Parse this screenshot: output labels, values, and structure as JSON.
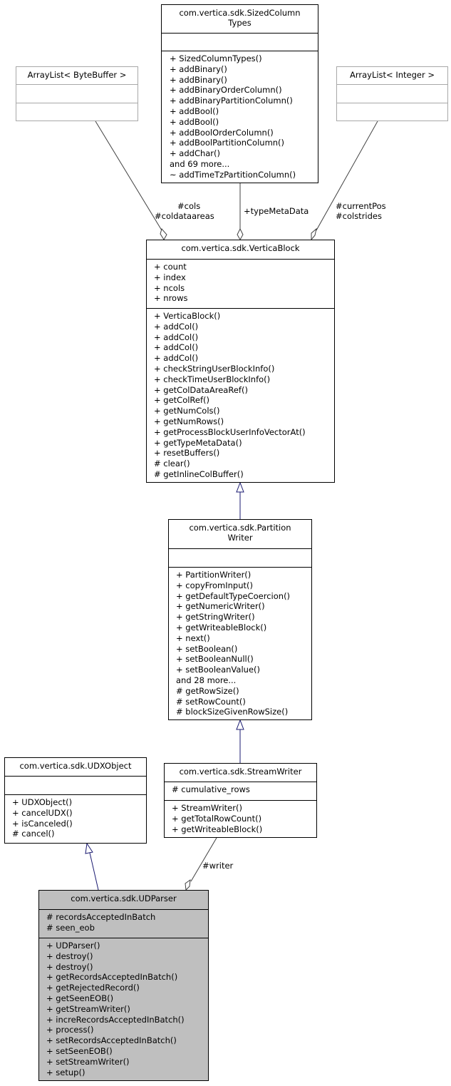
{
  "classes": {
    "bytebuffer_list": {
      "title": "ArrayList< ByteBuffer >",
      "attributes": [],
      "methods": []
    },
    "sized_column_types": {
      "title_lines": [
        "com.vertica.sdk.SizedColumn",
        "Types"
      ],
      "attributes": [],
      "methods": [
        "+ SizedColumnTypes()",
        "+ addBinary()",
        "+ addBinary()",
        "+ addBinaryOrderColumn()",
        "+ addBinaryPartitionColumn()",
        "+ addBool()",
        "+ addBool()",
        "+ addBoolOrderColumn()",
        "+ addBoolPartitionColumn()",
        "+ addChar()",
        "and 69 more...",
        "~ addTimeTzPartitionColumn()"
      ]
    },
    "integer_list": {
      "title": "ArrayList< Integer >",
      "attributes": [],
      "methods": []
    },
    "vertica_block": {
      "title": "com.vertica.sdk.VerticaBlock",
      "attributes": [
        "+ count",
        "+ index",
        "+ ncols",
        "+ nrows"
      ],
      "methods": [
        "+ VerticaBlock()",
        "+ addCol()",
        "+ addCol()",
        "+ addCol()",
        "+ addCol()",
        "+ checkStringUserBlockInfo()",
        "+ checkTimeUserBlockInfo()",
        "+ getColDataAreaRef()",
        "+ getColRef()",
        "+ getNumCols()",
        "+ getNumRows()",
        "+ getProcessBlockUserInfoVectorAt()",
        "+ getTypeMetaData()",
        "+ resetBuffers()",
        "# clear()",
        "# getInlineColBuffer()"
      ]
    },
    "partition_writer": {
      "title_lines": [
        "com.vertica.sdk.Partition",
        "Writer"
      ],
      "attributes": [],
      "methods": [
        "+ PartitionWriter()",
        "+ copyFromInput()",
        "+ getDefaultTypeCoercion()",
        "+ getNumericWriter()",
        "+ getStringWriter()",
        "+ getWriteableBlock()",
        "+ next()",
        "+ setBoolean()",
        "+ setBooleanNull()",
        "+ setBooleanValue()",
        "and 28 more...",
        "# getRowSize()",
        "# setRowCount()",
        "# blockSizeGivenRowSize()"
      ]
    },
    "udx_object": {
      "title": "com.vertica.sdk.UDXObject",
      "attributes": [],
      "methods": [
        "+ UDXObject()",
        "+ cancelUDX()",
        "+ isCanceled()",
        "# cancel()"
      ]
    },
    "stream_writer": {
      "title": "com.vertica.sdk.StreamWriter",
      "attributes": [
        "# cumulative_rows"
      ],
      "methods": [
        "+ StreamWriter()",
        "+ getTotalRowCount()",
        "+ getWriteableBlock()"
      ]
    },
    "ud_parser": {
      "title": "com.vertica.sdk.UDParser",
      "attributes": [
        "# recordsAcceptedInBatch",
        "# seen_eob"
      ],
      "methods": [
        "+ UDParser()",
        "+ destroy()",
        "+ destroy()",
        "+ getRecordsAcceptedInBatch()",
        "+ getRejectedRecord()",
        "+ getSeenEOB()",
        "+ getStreamWriter()",
        "+ increRecordsAcceptedInBatch()",
        "+ process()",
        "+ setRecordsAcceptedInBatch()",
        "+ setSeenEOB()",
        "+ setStreamWriter()",
        "+ setup()"
      ]
    }
  },
  "edges": {
    "cols_label_1": "#cols",
    "cols_label_2": "#coldataareas",
    "type_meta_label": "+typeMetaData",
    "pos_label_1": "#currentPos",
    "pos_label_2": "#colstrides",
    "writer_label": "#writer"
  },
  "colors": {
    "inheritance": "#191970",
    "association": "#404040",
    "focus_fill": "#bfbfbf"
  }
}
